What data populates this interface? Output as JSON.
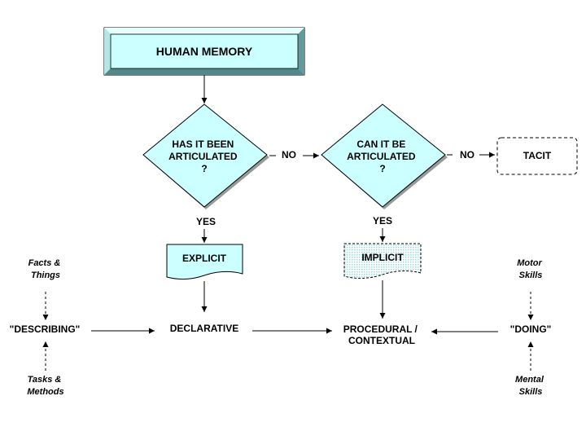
{
  "nodes": {
    "human_memory": "HUMAN MEMORY",
    "q1": [
      "HAS IT BEEN",
      "ARTICULATED",
      "?"
    ],
    "q2": [
      "CAN IT BE",
      "ARTICULATED",
      "?"
    ],
    "tacit": "TACIT",
    "explicit": "EXPLICIT",
    "implicit": "IMPLICIT",
    "declarative": "DECLARATIVE",
    "procedural": [
      "PROCEDURAL /",
      "CONTEXTUAL"
    ],
    "describing": "\"DESCRIBING\"",
    "doing": "\"DOING\"",
    "facts_things": [
      "Facts &",
      "Things"
    ],
    "tasks_methods": [
      "Tasks &",
      "Methods"
    ],
    "motor_skills": [
      "Motor",
      "Skills"
    ],
    "mental_skills": [
      "Mental",
      "Skills"
    ]
  },
  "edges": {
    "no1": "NO",
    "no2": "NO",
    "yes1": "YES",
    "yes2": "YES"
  },
  "colors": {
    "fill": "#ccffff",
    "bevel_light": "#e6ffff",
    "bevel_dark": "#66aaaa",
    "shadow": "#999999",
    "line": "#000000"
  }
}
